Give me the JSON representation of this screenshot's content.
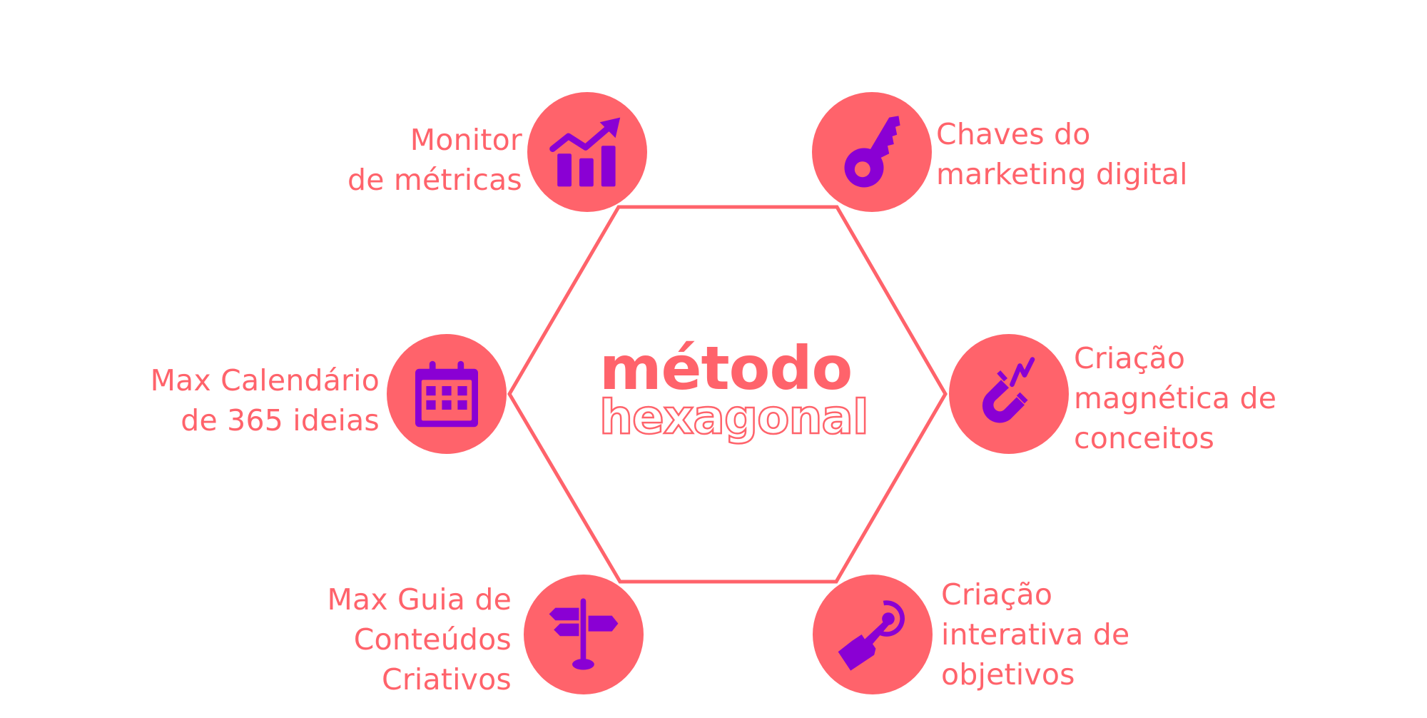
{
  "colors": {
    "accent": "#FF636B",
    "icon": "#8A00D4",
    "background": "#FFFFFF"
  },
  "center": {
    "title": "método",
    "subtitle": "hexagonal"
  },
  "nodes": [
    {
      "id": "monitor",
      "icon": "chart-growth-icon",
      "lines": [
        "Monitor",
        "de métricas"
      ],
      "position": "top-left"
    },
    {
      "id": "chaves",
      "icon": "key-icon",
      "lines": [
        "Chaves do",
        "marketing digital"
      ],
      "position": "top-right"
    },
    {
      "id": "calendario",
      "icon": "calendar-icon",
      "lines": [
        "Max Calendário",
        "de 365 ideias"
      ],
      "position": "middle-left"
    },
    {
      "id": "magnetica",
      "icon": "magnet-icon",
      "lines": [
        "Criação",
        "magnética de",
        "conceitos"
      ],
      "position": "middle-right"
    },
    {
      "id": "guia",
      "icon": "signpost-icon",
      "lines": [
        "Max Guia de",
        "Conteúdos",
        "Criativos"
      ],
      "position": "bottom-left"
    },
    {
      "id": "interativa",
      "icon": "touch-hand-icon",
      "lines": [
        "Criação",
        "interativa de",
        "objetivos"
      ],
      "position": "bottom-right"
    }
  ]
}
